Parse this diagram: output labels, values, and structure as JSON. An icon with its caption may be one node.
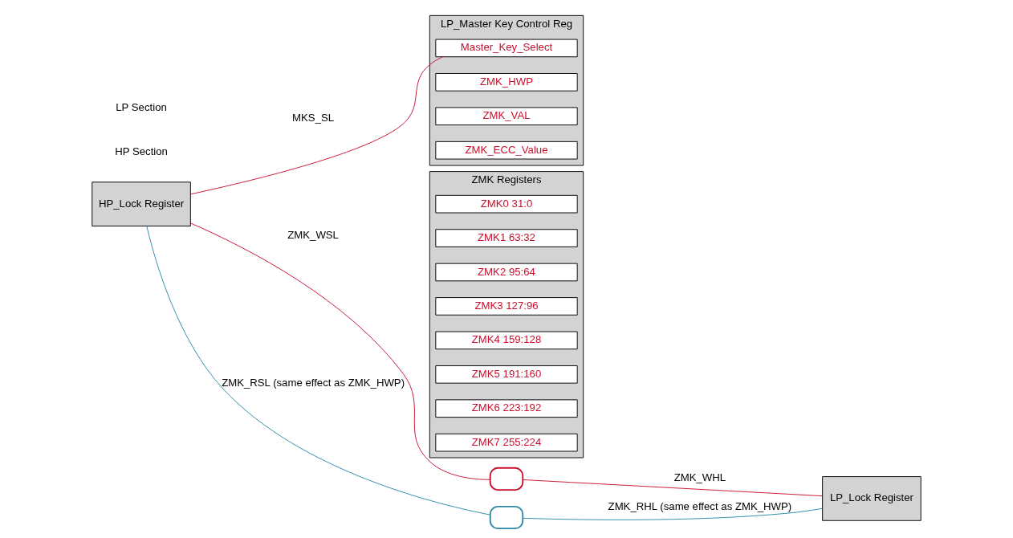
{
  "diagram": {
    "nodes": [
      {
        "text": [
          "HP_Lock Register"
        ]
      },
      {
        "text": [
          "LP_Master Key Control Reg"
        ]
      },
      {
        "text": [
          "Master_Key_Select"
        ],
        "in": 1
      },
      {
        "text": [
          "ZMK_HWP"
        ],
        "in": 1
      },
      {
        "text": [
          "ZMK_VAL"
        ],
        "in": 1
      },
      {
        "text": [
          "ZMK_ECC_Value"
        ],
        "in": 1
      },
      {
        "text": [
          "LP_Lock Register"
        ]
      },
      {
        "text": [
          "ZMK Registers"
        ]
      },
      {
        "text": [
          "ZMK0 31:0"
        ],
        "in": 7
      },
      {
        "text": [
          "ZMK1 63:32"
        ],
        "in": 7
      },
      {
        "text": [
          "ZMK2 95:64"
        ],
        "in": 7
      },
      {
        "text": [
          "ZMK3 127:96"
        ],
        "in": 7
      },
      {
        "text": [
          "ZMK4 159:128"
        ],
        "in": 7
      },
      {
        "text": [
          "ZMK5 191:160"
        ],
        "in": 7
      },
      {
        "text": [
          "ZMK6 223:192"
        ],
        "in": 7
      },
      {
        "text": [
          "ZMK7 255:224"
        ],
        "in": 7
      },
      {
        "text": [],
        "shape": "box"
      },
      {
        "text": [],
        "shape": "box"
      }
    ],
    "edges": [
      {
        "from": 0,
        "to": 2,
        "arrow": "none",
        "label": "MKS_SL",
        "color": "#c8102e"
      },
      {
        "from": 0,
        "to": 16,
        "arrow": "none",
        "label": "ZMK_WSL",
        "color": "#c8102e"
      },
      {
        "from": 0,
        "to": 17,
        "arrow": "none",
        "label": "ZMK_RSL (same effect as ZMK_HWP)",
        "color": "#2a8aa8"
      },
      {
        "from": 16,
        "to": 6,
        "arrow": "none",
        "label": "ZMK_WHL",
        "color": "#c8102e"
      },
      {
        "from": 17,
        "to": 6,
        "arrow": "none",
        "label": "ZMK_RHL (same effect as ZMK_HWP)",
        "color": "#2a8aa8"
      }
    ],
    "labels": [
      "HP Section",
      "LP Section"
    ]
  }
}
